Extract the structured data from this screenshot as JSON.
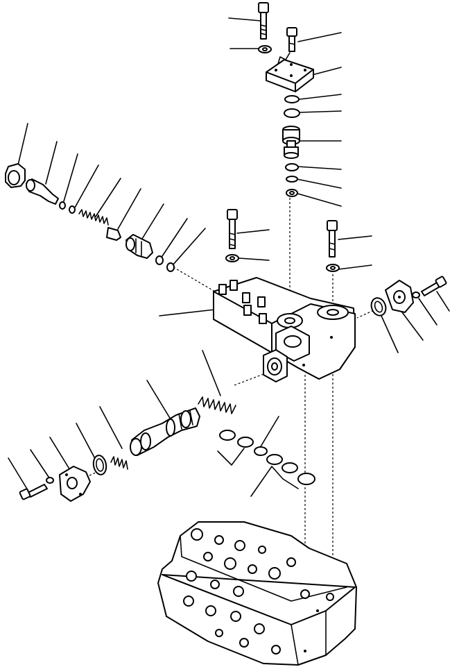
{
  "diagram": {
    "kind": "exploded-parts-view",
    "line_color": "#000000",
    "background": "#ffffff",
    "parts": [
      "valve-body",
      "cover-plate",
      "bolt",
      "washer",
      "o-ring",
      "piston",
      "spool",
      "spring",
      "end-cap",
      "plug",
      "sleeve",
      "plunger",
      "main-valve-block"
    ]
  }
}
